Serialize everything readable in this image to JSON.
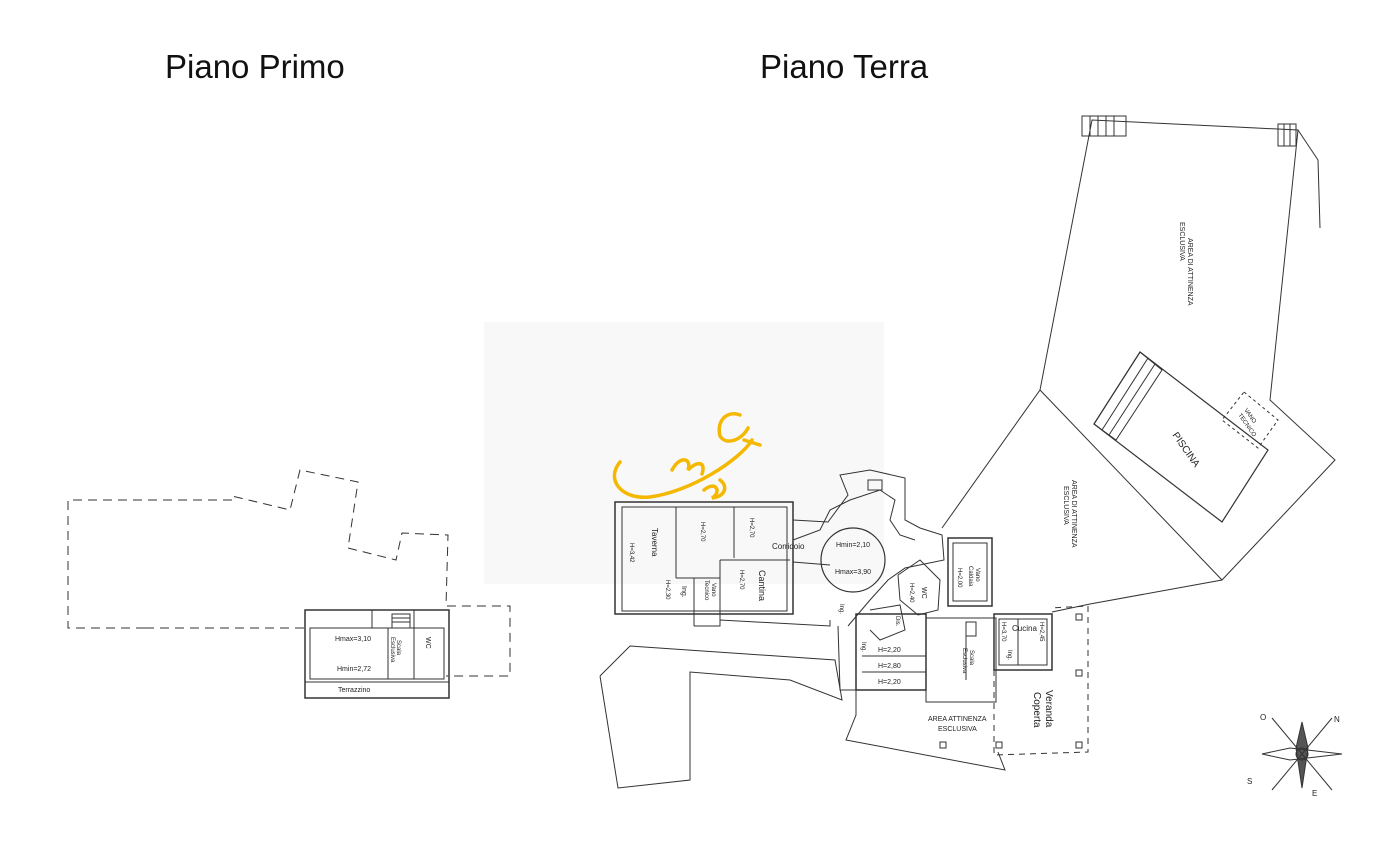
{
  "titles": {
    "upper": "Piano Primo",
    "ground": "Piano Terra"
  },
  "upper_floor": {
    "hmax": "Hmax=3,10",
    "hmin": "Hmin=2,72",
    "scala": "Scala",
    "esclusiva": "Esclusiva",
    "wc": "WC",
    "terrazzino": "Terrazzino"
  },
  "ground_floor": {
    "taverna": "Taverna",
    "taverna_h": "H=3,42",
    "h270a": "H=2,70",
    "h270b": "H=2,70",
    "h230": "H=2,30",
    "ing1": "Ing.",
    "vano": "Vano",
    "tecnico": "Tecnico",
    "cantina": "Cantina",
    "cantina_h": "H=2,70",
    "corridoio": "Corridoio",
    "hmin_circle": "Hmin=2,10",
    "hmax_circle": "Hmax=3,90",
    "ing2": "Ing.",
    "dis": "Dis.",
    "wc": "WC",
    "wc_h": "H=2,40",
    "vano_caldaia": "Vano",
    "caldaia": "Caldaia",
    "caldaia_h": "H=2,00",
    "ing3": "Ing.",
    "h220a": "H=2,20",
    "h280": "H=2,80",
    "h220b": "H=2,20",
    "scala": "Scala",
    "esclusiva": "Esclusiva",
    "h370": "H=3,70",
    "ing4": "Ing.",
    "cucina": "Cucina",
    "cucina_h": "H=2,45",
    "veranda": "Veranda",
    "coperta": "Coperta",
    "area_att1": "AREA ATTINENZA",
    "area_att1b": "ESCLUSIVA",
    "area_att2": "AREA DI ATTINENZA",
    "area_att2b": "ESCLUSIVA",
    "area_att3": "AREA DI ATTINENZA",
    "area_att3b": "ESCLUSIVA",
    "piscina": "PISCINA",
    "vano_tecnico": "VANO",
    "vano_tecnico_b": "TECNICO"
  },
  "compass": {
    "n": "N",
    "s": "S",
    "e": "E",
    "o": "O"
  },
  "colors": {
    "annotation": "#f5b800",
    "line": "#333333"
  }
}
